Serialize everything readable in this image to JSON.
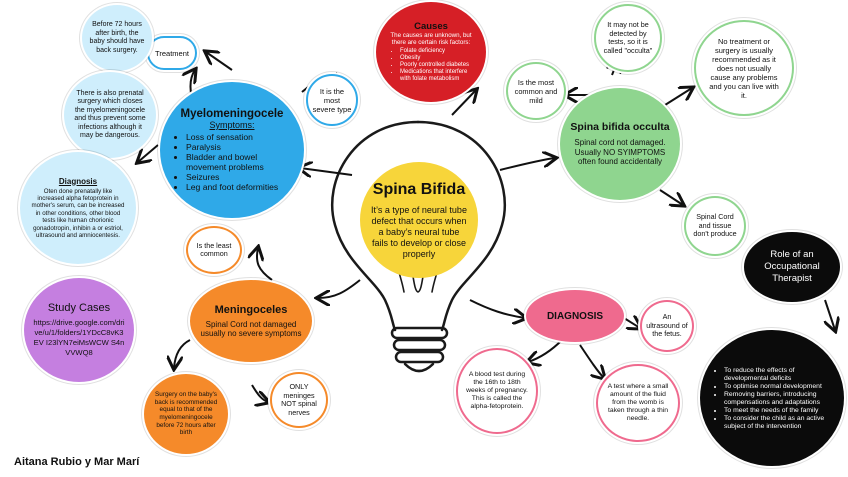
{
  "center": {
    "title": "Spina Bifida",
    "text": "It’s a type of neural tube defect that occurs when a baby’s neural tube fails to develop or close properly"
  },
  "myelo": {
    "title": "Myelomeningocele",
    "subtitle": "Symptoms:",
    "items": [
      "Loss of sensation",
      "Paralysis",
      "Bladder and bowel movement problems",
      "Seizures",
      "Leg and foot deformities"
    ]
  },
  "treatment": {
    "label": "Treatment"
  },
  "before72": {
    "text": "Before 72 hours after birth, the baby should have back surgery."
  },
  "prenatal": {
    "text": "There is also prenatal surgery which closes the myelomeningocele and thus prevent some infections although it may be dangerous."
  },
  "diagnosis_left": {
    "title": "Diagnosis",
    "text": "Oten done prenatally like increased alpha fetoprotein in mother's serum, can be increased in other conditions, other blood tests like human chorionic gonadotropin, inhibin a or estriol, ultrasound and amniocentesis."
  },
  "most_severe": {
    "text": "It is the most severe type"
  },
  "causes": {
    "title": "Causes",
    "intro": "The causes are unknown, but there are certain risk factors:",
    "items": [
      "Folate deficiency",
      "Obesity",
      "Poorly controlled diabetes",
      "Medications that interfere with folate metabolism"
    ]
  },
  "occulta_detect": {
    "text": "It may not be detected by tests, so it is called \"occulta\""
  },
  "no_treatment": {
    "text": "No treatment or surgery is usually recommended as it does not usually cause any problems and you can live with it."
  },
  "common_mild": {
    "text": "Is the most common and mild"
  },
  "occulta": {
    "title": "Spina bifida occulta",
    "text": "Spinal cord not damaged. Usually NO SYIMPTOMS often found accidentally"
  },
  "cord_tissue": {
    "text": "Spinal Cord and tissue don't produce"
  },
  "least_common": {
    "text": "Is the least common"
  },
  "meningoceles": {
    "title": "Meningoceles",
    "text": "Spinal Cord not damaged usually no severe symptoms"
  },
  "surgery_back": {
    "text": "Surgery on the baby's back is recommended equal to that of the myelomeningocele before 72 hours after birth"
  },
  "only_meninges": {
    "text": "ONLY meninges NOT spinal nerves"
  },
  "study": {
    "title": "Study Cases",
    "link": "https://drive.google.com/drive/u/1/folders/1YDcC8vK3EV I23lYN7eiMsWCW S4nVVWQ8"
  },
  "diagnosis_right": {
    "title": "DIAGNOSIS"
  },
  "ultrasound": {
    "text": "An ultrasound of the fetus."
  },
  "blood_test": {
    "text": "A blood test during the 16th to 18th weeks of pregnancy. This is called the alpha-fetoprotein."
  },
  "amnio": {
    "text": "A test where a small amount of the fluid from the womb is taken through a thin needle."
  },
  "ot_role": {
    "title": "Role of an Occupational Therapist"
  },
  "ot_list": {
    "items": [
      "To reduce the effects of developmental deficits",
      "To optimise normal development",
      "Removing barriers, introducing compensations and adaptations",
      "To meet the needs of the family",
      "To consider the child as an active subject of the intervention"
    ]
  },
  "authors": {
    "text": "Aitana Rubio y Mar Marí"
  },
  "colors": {
    "blue": "#2fa9e8",
    "light_blue": "#cfeefc",
    "yellow": "#f7d53a",
    "red": "#d61f26",
    "green": "#8fd58f",
    "orange": "#f58a2a",
    "pink": "#ef6a8e",
    "purple": "#c57fe0",
    "black": "#0b0b0b"
  }
}
